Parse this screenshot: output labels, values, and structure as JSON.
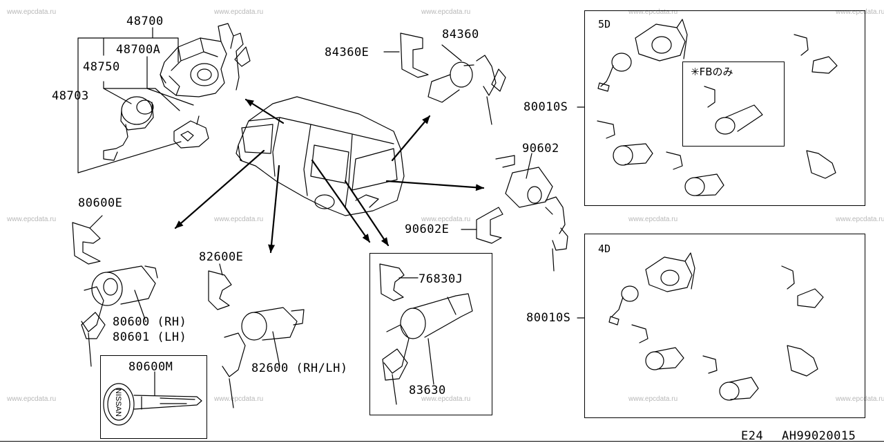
{
  "watermark": "www.epcdata.ru",
  "parts": {
    "p48700": "48700",
    "p48700A": "48700A",
    "p48750": "48750",
    "p48703": "48703",
    "p84360": "84360",
    "p84360E": "84360E",
    "p80010S_5d": "80010S",
    "p80010S_4d": "80010S",
    "p90602": "90602",
    "p90602E": "90602E",
    "p80600E": "80600E",
    "p80600RH": "80600 (RH)",
    "p80601LH": "80601 (LH)",
    "p82600E": "82600E",
    "p82600RHLH": "82600 (RH/LH)",
    "p76830J": "76830J",
    "p83630": "83630",
    "p80600M": "80600M"
  },
  "boxes": {
    "five_door": "5D",
    "four_door": "4D",
    "fb_only": "✳FBのみ"
  },
  "key_brand": "NISSAN",
  "footer": {
    "page": "E24",
    "code": "AH99020015"
  }
}
